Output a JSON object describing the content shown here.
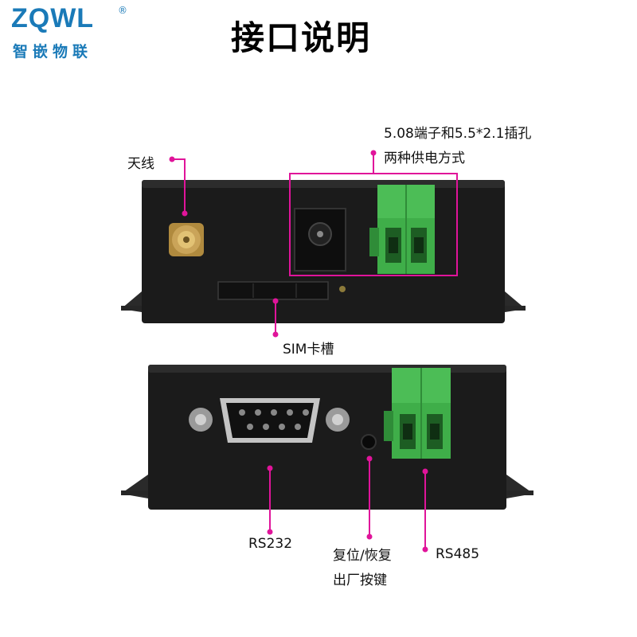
{
  "logo": {
    "brand": "ZQWL",
    "reg_mark": "®",
    "subtitle": "智嵌物联"
  },
  "title": "接口说明",
  "labels": {
    "power": "5.08端子和5.5*2.1插孔",
    "power_line2": "两种供电方式",
    "antenna": "天线",
    "sim": "SIM卡槽",
    "rs232": "RS232",
    "reset_line1": "复位/恢复",
    "reset_line2": "出厂按键",
    "rs485": "RS485"
  },
  "colors": {
    "callout": "#e0149a",
    "terminal": "#3fae49",
    "device": "#1b1b1b",
    "logo": "#1a7ab8"
  }
}
